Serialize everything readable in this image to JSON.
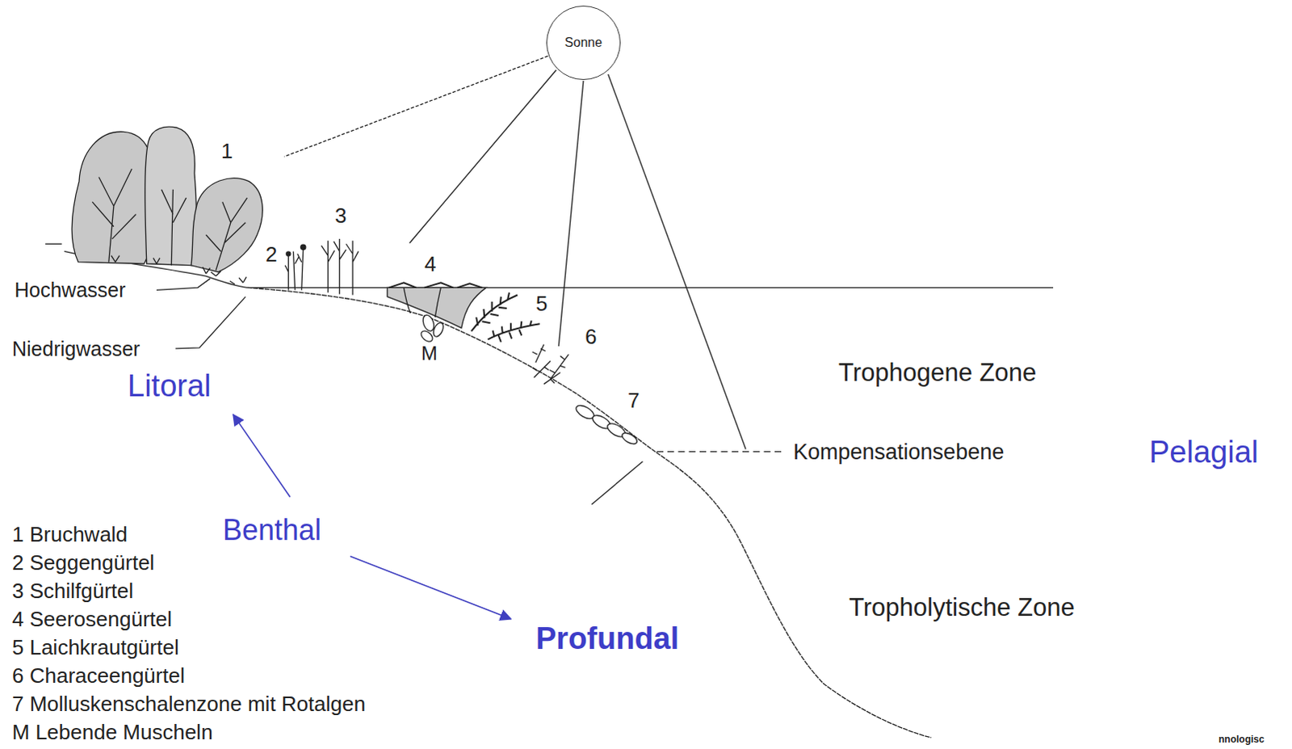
{
  "diagram": {
    "nodes": [
      {
        "text": [
          "Sonne"
        ]
      }
    ],
    "labels": [
      "1",
      "2",
      "3",
      "4",
      "5",
      "M",
      "6",
      "7",
      "Hochwasser",
      "Niedrigwasser",
      "Litoral",
      "Trophogene Zone",
      "Kompensationsebene",
      "Pelagial",
      "Benthal",
      "Profundal",
      "Tropholytische Zone",
      "1 Bruchwald",
      "2 Seggengürtel",
      "3 Schilfgürtel",
      "4 Seerosengürtel",
      "5 Laichkrautgürtel",
      "6 Characeengürtel",
      "7 Molluskenschalenzone mit Rotalgen",
      "M Lebende Muscheln",
      "nnologisc"
    ]
  }
}
